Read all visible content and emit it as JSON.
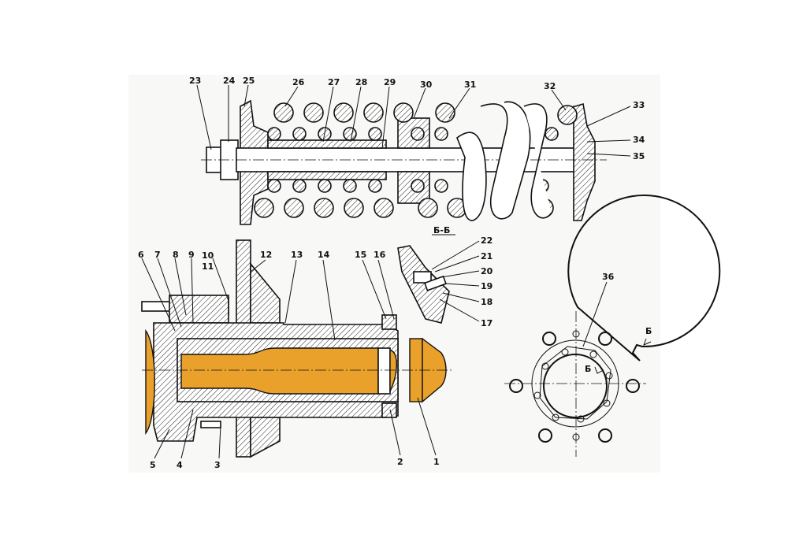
{
  "diagram": {
    "colors": {
      "highlight": "#e9a12c",
      "line": "#111111",
      "background": "#f8f8f6"
    },
    "section_label": "Б-Б",
    "section_marks": [
      "Б",
      "Б"
    ],
    "top_assembly_labels": [
      "23",
      "24",
      "25",
      "26",
      "27",
      "28",
      "29",
      "30",
      "31",
      "32",
      "33",
      "34",
      "35"
    ],
    "section_detail_labels": [
      "22",
      "21",
      "20",
      "19",
      "18",
      "17"
    ],
    "lower_assembly_top_labels": [
      "6",
      "7",
      "8",
      "9",
      "10",
      "11",
      "12",
      "13",
      "14",
      "15",
      "16"
    ],
    "lower_assembly_bottom_labels": [
      "5",
      "4",
      "3",
      "2",
      "1"
    ],
    "flange_view_labels": [
      "36"
    ]
  }
}
